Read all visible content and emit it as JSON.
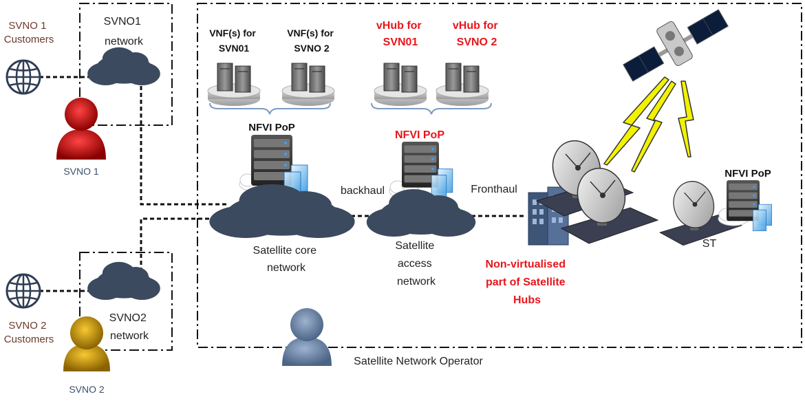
{
  "labels": {
    "svno1_customers": [
      "SVNO 1",
      "Customers"
    ],
    "svno1_network": [
      "SVNO1",
      "network"
    ],
    "svno1": "SVNO 1",
    "svno2_customers": [
      "SVNO 2",
      "Customers"
    ],
    "svno2_network": [
      "SVNO2",
      "network"
    ],
    "svno2": "SVNO 2",
    "vnf_svno1": [
      "VNF(s) for",
      "SVN01"
    ],
    "vnf_svno2": [
      "VNF(s) for",
      "SVNO 2"
    ],
    "vhub_svno1": [
      "vHub for",
      "SVN01"
    ],
    "vhub_svno2": [
      "vHub for",
      "SVNO 2"
    ],
    "nfvi_core": "NFVI PoP",
    "nfvi_access": "NFVI PoP",
    "nfvi_st": "NFVI PoP",
    "backhaul": "backhaul",
    "fronthaul": "Fronthaul",
    "core_network": [
      "Satellite core",
      "network"
    ],
    "access_network": [
      "Satellite",
      "access",
      "network"
    ],
    "non_virtualised": [
      "Non-virtualised",
      "part of Satellite",
      "Hubs"
    ],
    "st": "ST",
    "operator": "Satellite Network Operator"
  },
  "colors": {
    "svno1_user": "#cc1111",
    "svno2_user": "#d4a010",
    "operator_user": "#6f87a8",
    "cloud": "#3b4a5e",
    "red_text": "#e8151b",
    "lightning": "#f2f200"
  }
}
